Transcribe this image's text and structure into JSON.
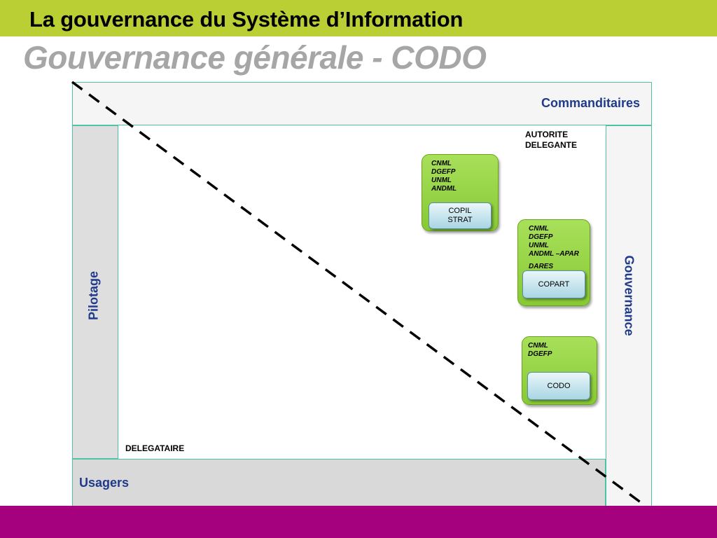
{
  "header": {
    "title": "La gouvernance du Système d’Information",
    "subtitle": "Gouvernance générale - CODO"
  },
  "diagram": {
    "bands": {
      "top": "Commanditaires",
      "left": "Pilotage",
      "right": "Gouvernance",
      "bottom": "Usagers"
    },
    "labels": {
      "autorite": "AUTORITE\nDELEGANTE",
      "delegataire": "DELEGATAIRE"
    },
    "committees": [
      {
        "members": [
          "CNML",
          "DGEFP",
          "UNML",
          "ANDML"
        ],
        "button": "COPIL\nSTRAT"
      },
      {
        "members": [
          "CNML",
          "DGEFP",
          "UNML",
          "ANDML –APAR",
          "",
          "DARES"
        ],
        "button": "COPART"
      },
      {
        "members": [
          "CNML",
          "DGEFP"
        ],
        "button": "CODO"
      }
    ],
    "colors": {
      "top_bar": "#b9cf34",
      "bottom_bar": "#a5007d",
      "band_border": "#4ec3a3",
      "band_text": "#1f3a8a",
      "committee_green": "#87c934",
      "button_blue": "#a9d6e3"
    }
  }
}
